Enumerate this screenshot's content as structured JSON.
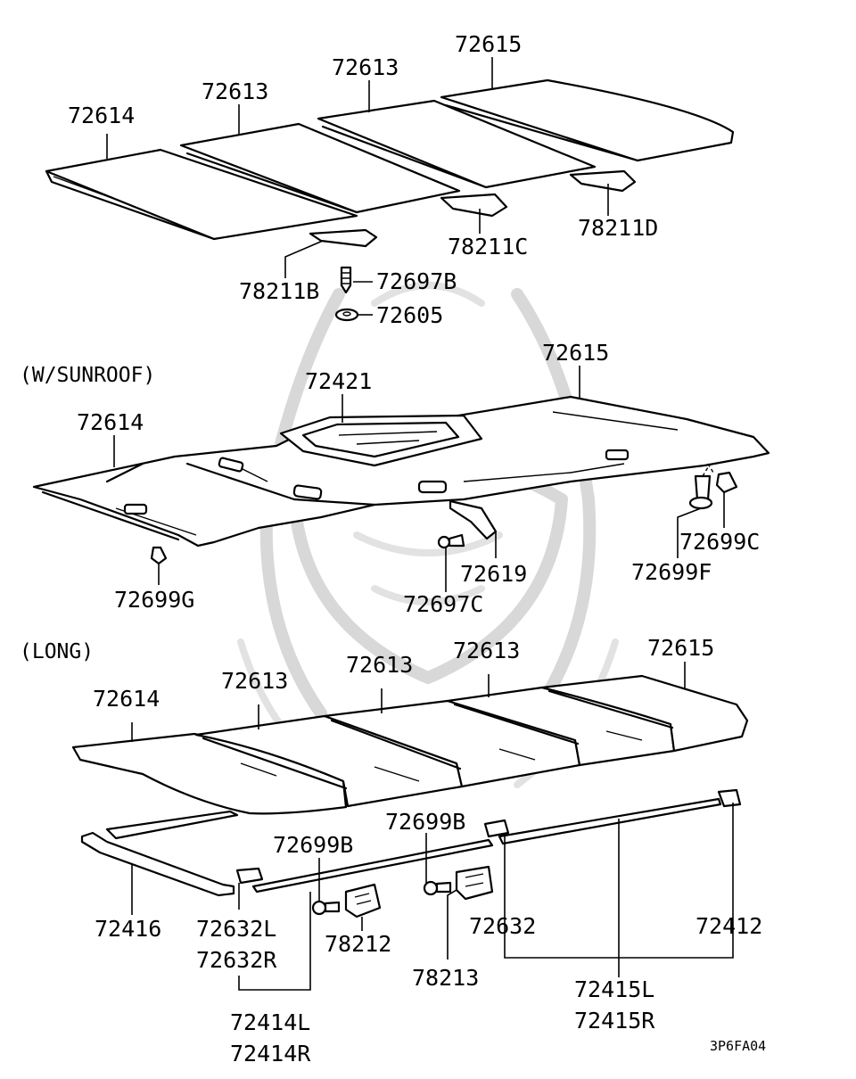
{
  "labels": {
    "top_72614": "72614",
    "top_72613_a": "72613",
    "top_72613_b": "72613",
    "top_72615": "72615",
    "top_78211B": "78211B",
    "top_78211C": "78211C",
    "top_78211D": "78211D",
    "top_72697B": "72697B",
    "top_72605": "72605",
    "sun_section": "(W/SUNROOF)",
    "sun_72614": "72614",
    "sun_72421": "72421",
    "sun_72615": "72615",
    "sun_72699G": "72699G",
    "sun_72697C": "72697C",
    "sun_72619": "72619",
    "sun_72699C": "72699C",
    "sun_72699F": "72699F",
    "long_section": "(LONG)",
    "long_72614": "72614",
    "long_72613_a": "72613",
    "long_72613_b": "72613",
    "long_72613_c": "72613",
    "long_72615": "72615",
    "long_72699B_a": "72699B",
    "long_72699B_b": "72699B",
    "long_72416": "72416",
    "long_72632L": "72632L",
    "long_72632R": "72632R",
    "long_78212": "78212",
    "long_78213": "78213",
    "long_72632": "72632",
    "long_72412": "72412",
    "long_72414L": "72414L",
    "long_72414R": "72414R",
    "long_72415L": "72415L",
    "long_72415R": "72415R"
  },
  "diagram_code": "3P6FA04",
  "colors": {
    "line": "#000000",
    "watermark": "#d8d8d8",
    "background": "#ffffff"
  }
}
